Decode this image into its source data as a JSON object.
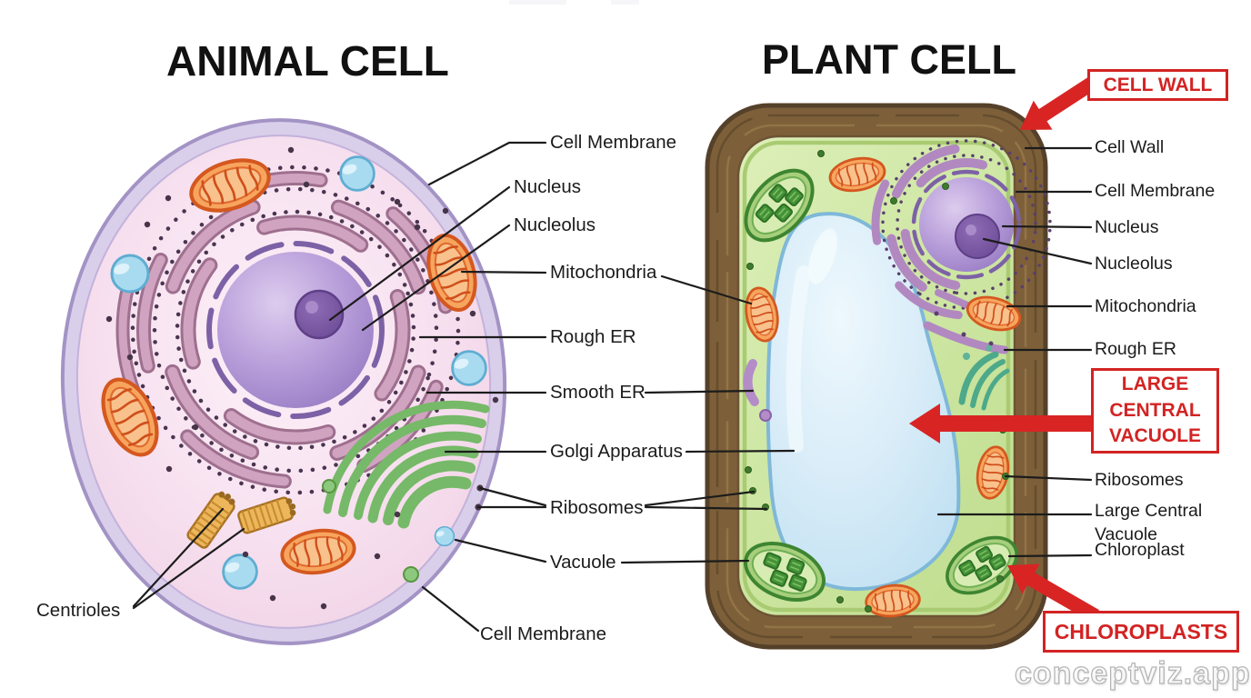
{
  "titles": {
    "animal": "ANIMAL CELL",
    "plant": "PLANT CELL"
  },
  "animal_labels": {
    "cell_membrane_top": "Cell Membrane",
    "nucleus": "Nucleus",
    "nucleolus": "Nucleolus",
    "mitochondria": "Mitochondria",
    "rough_er": "Rough ER",
    "smooth_er": "Smooth ER",
    "golgi_apparatus": "Golgi Apparatus",
    "ribosomes": "Ribosomes",
    "vacuole": "Vacuole",
    "cell_membrane_bottom": "Cell Membrane",
    "centrioles": "Centrioles"
  },
  "plant_labels": {
    "cell_wall": "Cell Wall",
    "cell_membrane": "Cell Membrane",
    "nucleus": "Nucleus",
    "nucleolus": "Nucleolus",
    "mitochondria": "Mitochondria",
    "rough_er": "Rough ER",
    "ribosomes": "Ribosomes",
    "large_central_vacuole": "Large Central Vacuole",
    "chloroplast": "Chloroplast"
  },
  "callouts": {
    "cell_wall": "CELL WALL",
    "large_central_vacuole": "LARGE CENTRAL VACUOLE",
    "chloroplasts": "CHLOROPLASTS"
  },
  "watermark": "conceptviz.app",
  "colors": {
    "callout_red": "#d32323",
    "label_black": "#1b1b1b",
    "animal_membrane": "#a393c5",
    "animal_cytoplasm": "#f8e3f1",
    "nucleus_purple": "#b89fda",
    "nucleolus_purple": "#6d4c97",
    "er_mauve": "#d0a3c0",
    "mitochondria_orange": "#f7a55e",
    "golgi_green": "#76b968",
    "vacuole_blue": "#a9dbf0",
    "cell_wall_brown": "#7d6039",
    "plant_cytoplasm": "#cde59f",
    "central_vacuole_blue": "#d6ebf7",
    "chloroplast_green": "#459238",
    "watermark_gray": "#b5b5b5"
  }
}
